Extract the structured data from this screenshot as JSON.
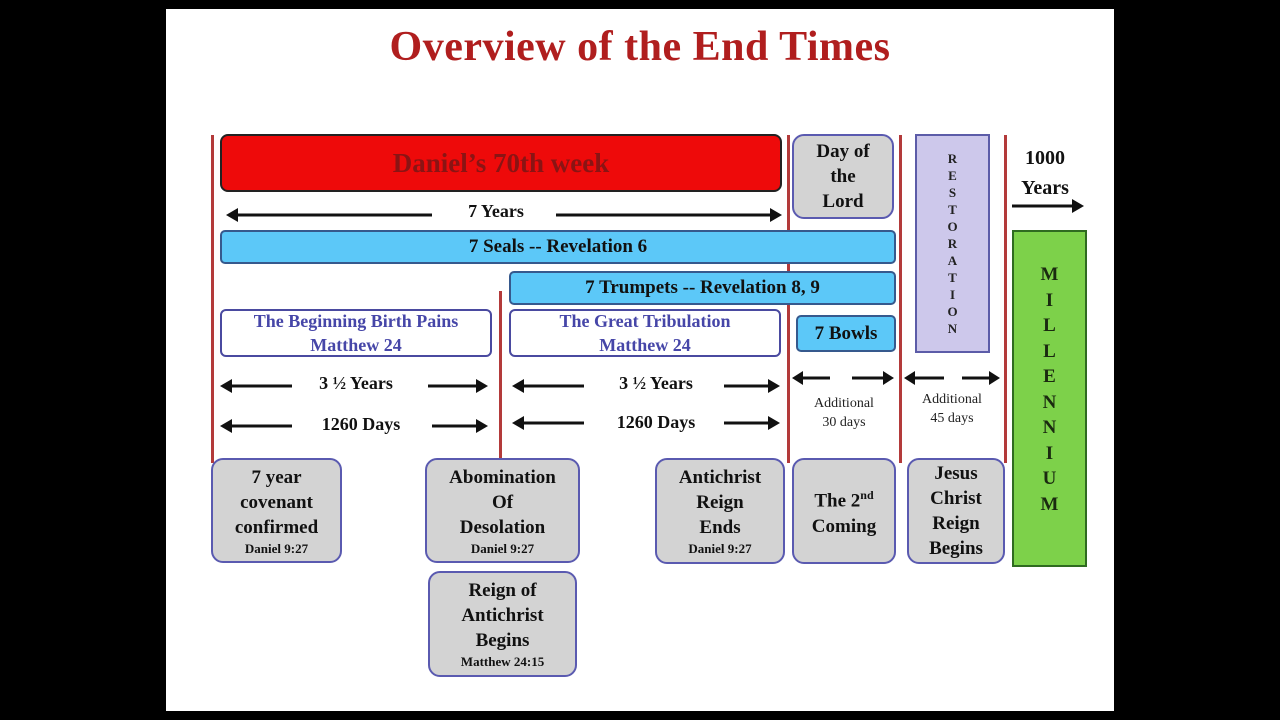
{
  "title": "Overview of the End Times",
  "daniel_week": "Daniel’s 70th week",
  "seven_years": "7 Years",
  "seals": "7 Seals -- Revelation 6",
  "trumpets": "7 Trumpets  -- Revelation 8, 9",
  "bowls": "7 Bowls",
  "day_of_lord": {
    "lines": [
      "Day of",
      "the",
      "Lord"
    ]
  },
  "birth_pains": {
    "line1": "The  Beginning Birth Pains",
    "line2": "Matthew 24"
  },
  "tribulation": {
    "line1": "The  Great Tribulation",
    "line2": "Matthew 24"
  },
  "half_years": "3 ½ Years",
  "days_1260": "1260 Days",
  "additional_30": {
    "line1": "Additional",
    "line2": "30 days"
  },
  "additional_45": {
    "line1": "Additional",
    "line2": "45 days"
  },
  "restoration_letters": [
    "R",
    "E",
    "S",
    "T",
    "O",
    "R",
    "A",
    "T",
    "I",
    "O",
    "N"
  ],
  "thousand_years": {
    "line1": "1000",
    "line2": "Years"
  },
  "millennium_letters": [
    "M",
    "I",
    "L",
    "L",
    "E",
    "N",
    "N",
    "I",
    "U",
    "M"
  ],
  "events": {
    "covenant": {
      "lines": [
        "7 year",
        "covenant",
        "confirmed"
      ],
      "ref": "Daniel 9:27"
    },
    "abomination": {
      "lines": [
        "Abomination",
        "Of",
        "Desolation"
      ],
      "ref": "Daniel 9:27"
    },
    "antichrist_begins": {
      "lines": [
        "Reign of",
        "Antichrist",
        "Begins"
      ],
      "ref": "Matthew  24:15"
    },
    "antichrist_ends": {
      "lines": [
        "Antichrist",
        "Reign",
        "Ends"
      ],
      "ref": "Daniel 9:27"
    },
    "second_coming": {
      "line1": "The 2",
      "sup": "nd",
      "line2": "Coming"
    },
    "jesus_reign": {
      "lines": [
        "Jesus",
        "Christ",
        "Reign",
        "Begins"
      ]
    }
  }
}
